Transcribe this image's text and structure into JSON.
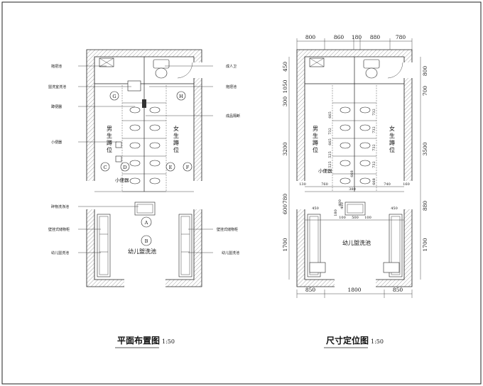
{
  "left_plan": {
    "title": "平面布置图",
    "scale": "1:50",
    "left_labels": [
      "拖把池",
      "盥洗室洗池",
      "蹲便器",
      "小便器",
      "碎物洗涤池",
      "壁挂式储物柜",
      "幼儿盥洗池"
    ],
    "right_labels": [
      "成人卫",
      "拖把池",
      "成品隔断",
      "壁挂式储物柜",
      "幼儿盥洗池"
    ],
    "markers": [
      "G",
      "H",
      "C",
      "D",
      "E",
      "F",
      "A",
      "B"
    ],
    "boys_room": [
      "男",
      "生",
      "蹲",
      "位"
    ],
    "girls_room": [
      "女",
      "生",
      "蹲",
      "位"
    ],
    "urinal_label": "小便器",
    "basin_label": "幼儿盥洗池"
  },
  "right_plan": {
    "title": "尺寸定位图",
    "scale": "1:50",
    "top_dims": [
      "800",
      "860",
      "180",
      "880",
      "780"
    ],
    "left_dims": [
      "450",
      "1050",
      "300",
      "3200",
      "780",
      "600",
      "1700"
    ],
    "right_dims": [
      "800",
      "700",
      "3500",
      "880",
      "1700"
    ],
    "stall_dims": [
      "665",
      "732",
      "665",
      "525",
      "525",
      "668"
    ],
    "girls_stall_dims": [
      "732",
      "732",
      "732",
      "732",
      "668"
    ],
    "middle_dims": [
      "760",
      "380",
      "740",
      "160",
      "130",
      "400"
    ],
    "basin_dims": [
      "450",
      "100",
      "500",
      "100",
      "450"
    ],
    "inner_dims": [
      "180",
      "400"
    ],
    "bottom_dims": [
      "850",
      "1800",
      "850"
    ],
    "boys_room": [
      "男",
      "生",
      "蹲",
      "位"
    ],
    "girls_room": [
      "女",
      "生",
      "蹲",
      "位"
    ],
    "urinal_label": "小便器",
    "basin_label": "幼儿盥洗池"
  }
}
